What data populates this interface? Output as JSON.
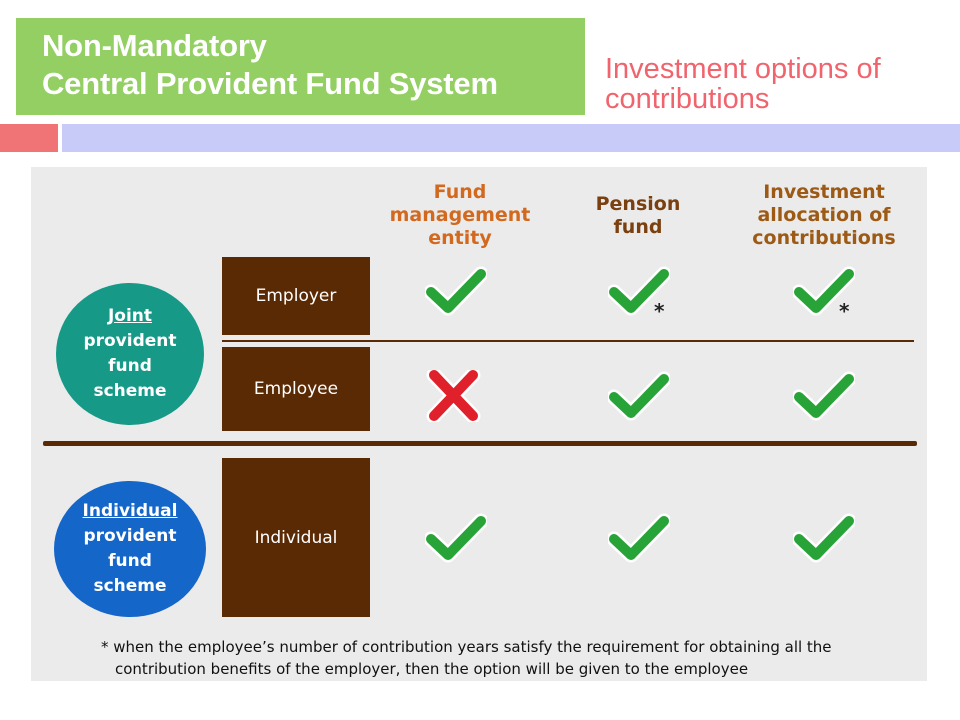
{
  "header": {
    "title_line1": "Non-Mandatory",
    "title_line2": "Central Provident Fund System",
    "subtitle_line1": "Investment options of",
    "subtitle_line2": "contributions"
  },
  "colors": {
    "title_bg": "#93cf62",
    "subtitle": "#f0646e",
    "brown": "#5a2a05",
    "check": "#27a337",
    "cross": "#e0202a",
    "teal": "#169987",
    "blue": "#1466c8"
  },
  "columns": [
    {
      "label": "Fund\nmanagement\nentity",
      "color": "#d2691e"
    },
    {
      "label": "Pension\nfund",
      "color": "#7a4010"
    },
    {
      "label": "Investment\nallocation of\ncontributions",
      "color": "#9c5a14"
    }
  ],
  "schemes": [
    {
      "line1": "Joint",
      "line2": "provident",
      "line3": "fund",
      "line4": "scheme"
    },
    {
      "line1": "Individual",
      "line2": "provident",
      "line3": "fund",
      "line4": "scheme"
    }
  ],
  "rows": [
    {
      "label": "Employer",
      "marks": [
        "check",
        "check",
        "check"
      ],
      "notes": [
        "",
        "*",
        "*"
      ]
    },
    {
      "label": "Employee",
      "marks": [
        "cross",
        "check",
        "check"
      ],
      "notes": [
        "",
        "",
        ""
      ]
    },
    {
      "label": "Individual",
      "marks": [
        "check",
        "check",
        "check"
      ],
      "notes": [
        "",
        "",
        ""
      ]
    }
  ],
  "footnote": {
    "line1": "* when the employee’s number of contribution years satisfy the requirement for obtaining all the",
    "line2": "contribution benefits of the employer, then the option will be given to the employee"
  }
}
